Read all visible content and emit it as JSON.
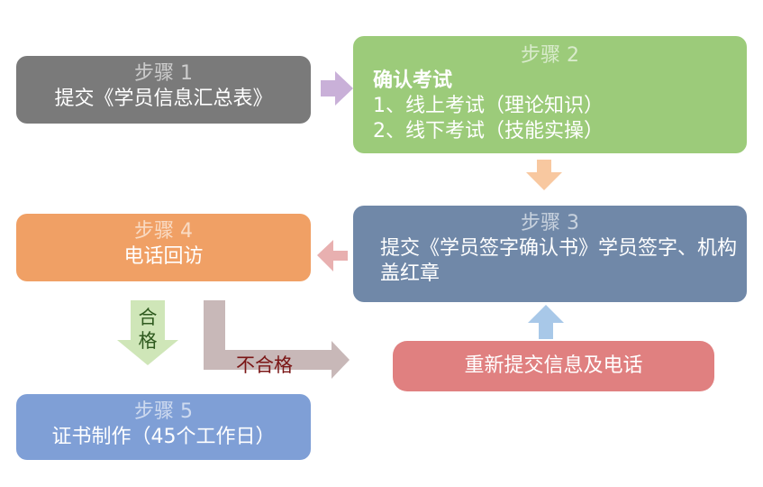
{
  "step1": {
    "step_label": "步骤 1",
    "text": "提交《学员信息汇总表》"
  },
  "step2": {
    "step_label": "步骤 2",
    "heading": "确认考试",
    "items": [
      "1、线上考试（理论知识）",
      "2、线下考试（技能实操）"
    ]
  },
  "step3": {
    "step_label": "步骤 3",
    "text": "提交《学员签字确认书》学员签字、机构盖红章"
  },
  "step4": {
    "step_label": "步骤 4",
    "text": "电话回访"
  },
  "step5": {
    "step_label": "步骤 5",
    "text": "证书制作（45个工作日）"
  },
  "resubmit": {
    "text": "重新提交信息及电话"
  },
  "branches": {
    "pass_label": "合格",
    "fail_label": "不合格"
  },
  "colors": {
    "step1": "#7a7a7a",
    "step2": "#9ccb7a",
    "step3": "#7088a8",
    "step4": "#f0a065",
    "step5": "#7f9fd6",
    "resubmit": "#e08080",
    "arrow_1_2": "#c9b0d8",
    "arrow_2_3": "#f8c8a0",
    "arrow_3_4": "#e8b0b0",
    "arrow_resubmit_3": "#a8c8e8",
    "arrow_pass": "#cfe6b8",
    "arrow_fail": "#c8b8b8"
  }
}
